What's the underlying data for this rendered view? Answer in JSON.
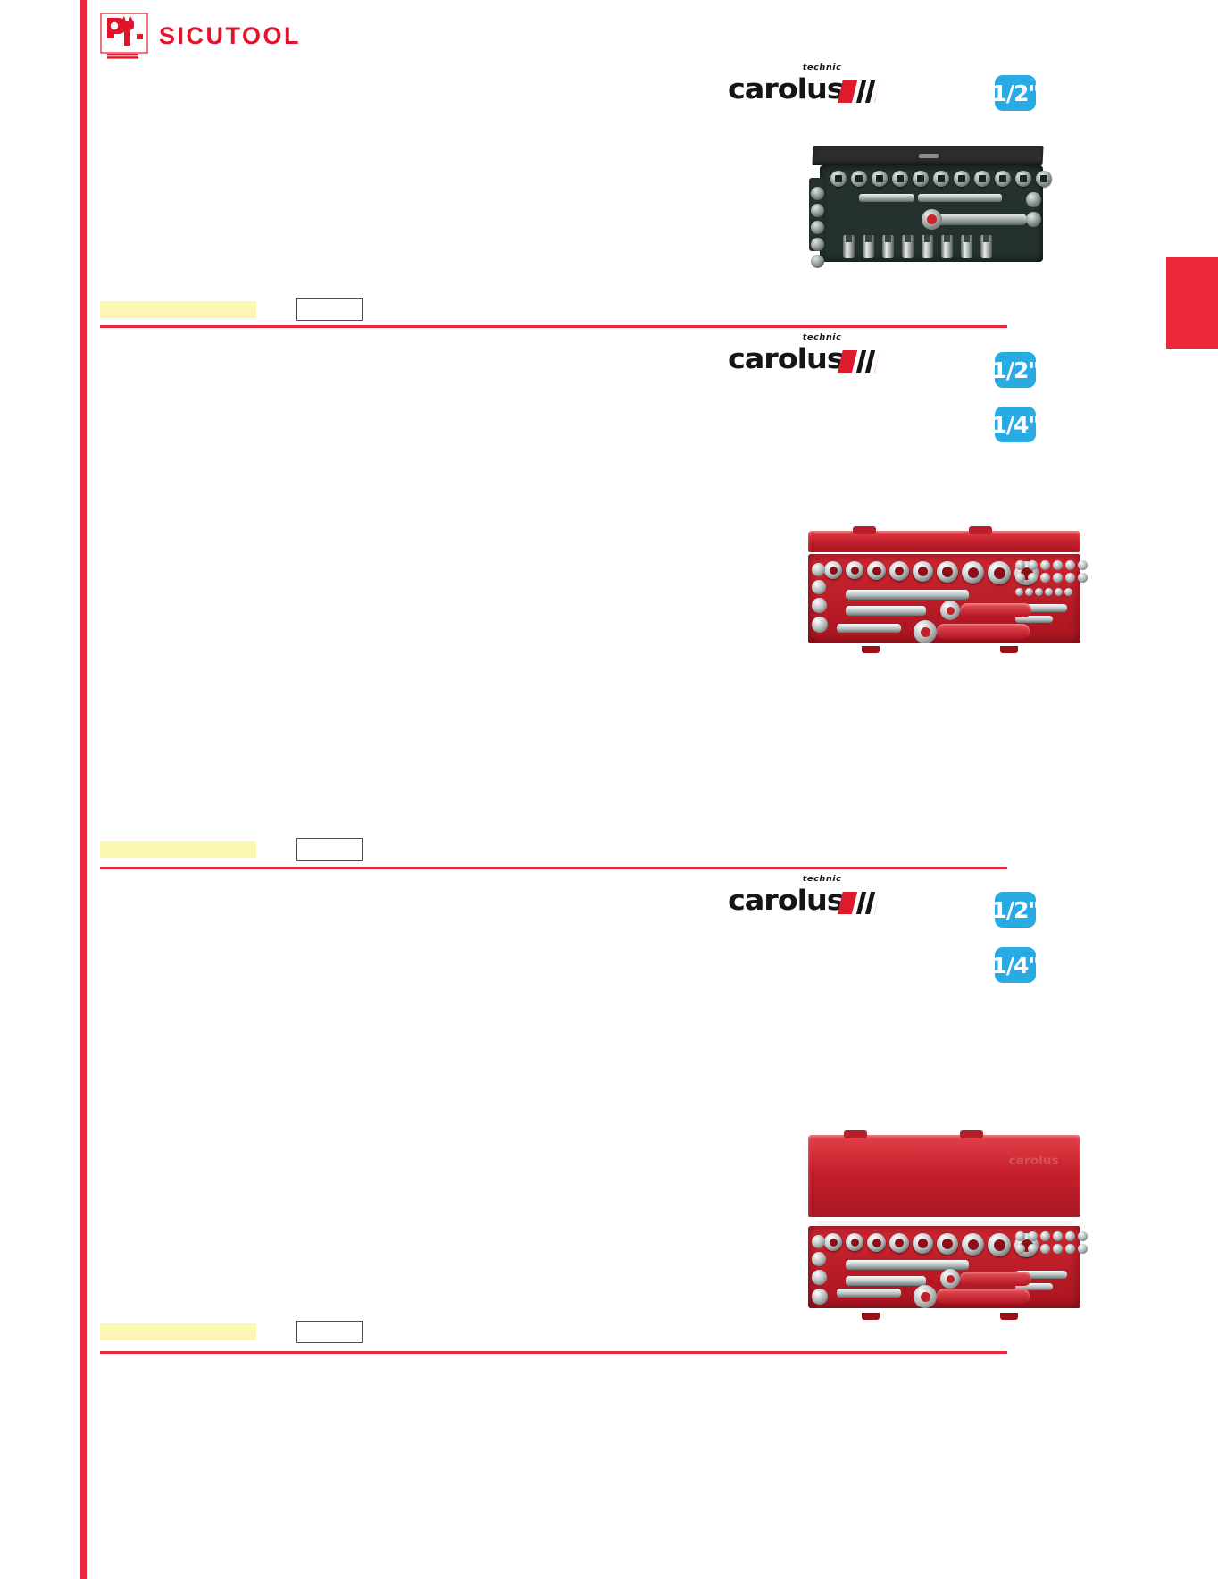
{
  "page": {
    "publisher": "SICUTOOL",
    "logo_mark_name": "sicutool-wrench-logo",
    "accent_red": "#e8283c",
    "tab_red": "#ea2839",
    "badge_blue": "#29aae2",
    "highlight_yellow": "#fdf7b4",
    "index_tab_label": ""
  },
  "brand": {
    "name": "carolus",
    "tagline": "technic",
    "flag_color": "#dd1b2a"
  },
  "sections": [
    {
      "id": "section-1",
      "brand_label": "carolus",
      "brand_tagline": "technic",
      "badges": [
        "1/2\""
      ],
      "product_image_name": "socket-set-dark-tray",
      "price_bar_text": "",
      "code_box_text": ""
    },
    {
      "id": "section-2",
      "brand_label": "carolus",
      "brand_tagline": "technic",
      "badges": [
        "1/2\"",
        "1/4\""
      ],
      "product_image_name": "socket-set-red-metal-case",
      "price_bar_text": "",
      "code_box_text": ""
    },
    {
      "id": "section-3",
      "brand_label": "carolus",
      "brand_tagline": "technic",
      "badges": [
        "1/2\"",
        "1/4\""
      ],
      "product_image_name": "socket-set-red-metal-case-open-lid",
      "price_bar_text": "",
      "code_box_text": "",
      "case_lid_brand": "carolus"
    }
  ]
}
